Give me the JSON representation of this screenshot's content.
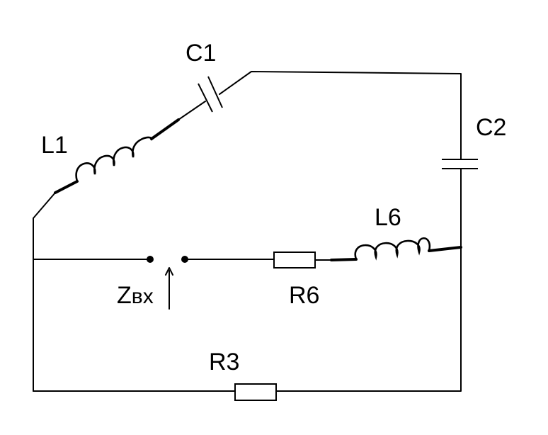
{
  "diagram": {
    "labels": {
      "c1": "C1",
      "l1": "L1",
      "c2": "C2",
      "l6": "L6",
      "r6": "R6",
      "r3": "R3",
      "zin_main": "Z",
      "zin_sub": "вх"
    }
  }
}
